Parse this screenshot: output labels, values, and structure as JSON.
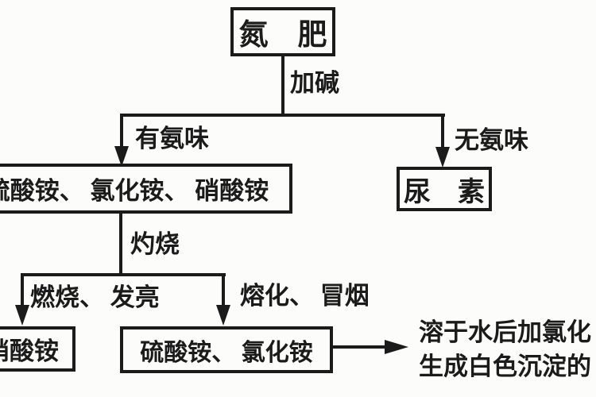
{
  "ink_color": "#1b1b1b",
  "background_color": "#fcfcfb",
  "flowchart": {
    "nodes": {
      "nitrogen_fertilizer": "氮　肥",
      "ammonium_salts": "硫酸铵、 氯化铵、 硝酸铵",
      "urea": "尿　素",
      "ammonium_nitrate": "硝酸铵",
      "ammonium_sulfate_chloride": "硫酸铵、 氯化铵"
    },
    "edge_labels": {
      "add_alkali": "加碱",
      "ammonia_smell": "有氨味",
      "no_ammonia_smell": "无氨味",
      "calcination": "灼烧",
      "burns_glows": "燃烧、 发亮",
      "melts_smokes": "熔化、 冒烟"
    },
    "result_note": {
      "line1": "溶于水后加氯化",
      "line2": "生成白色沉淀的"
    }
  }
}
